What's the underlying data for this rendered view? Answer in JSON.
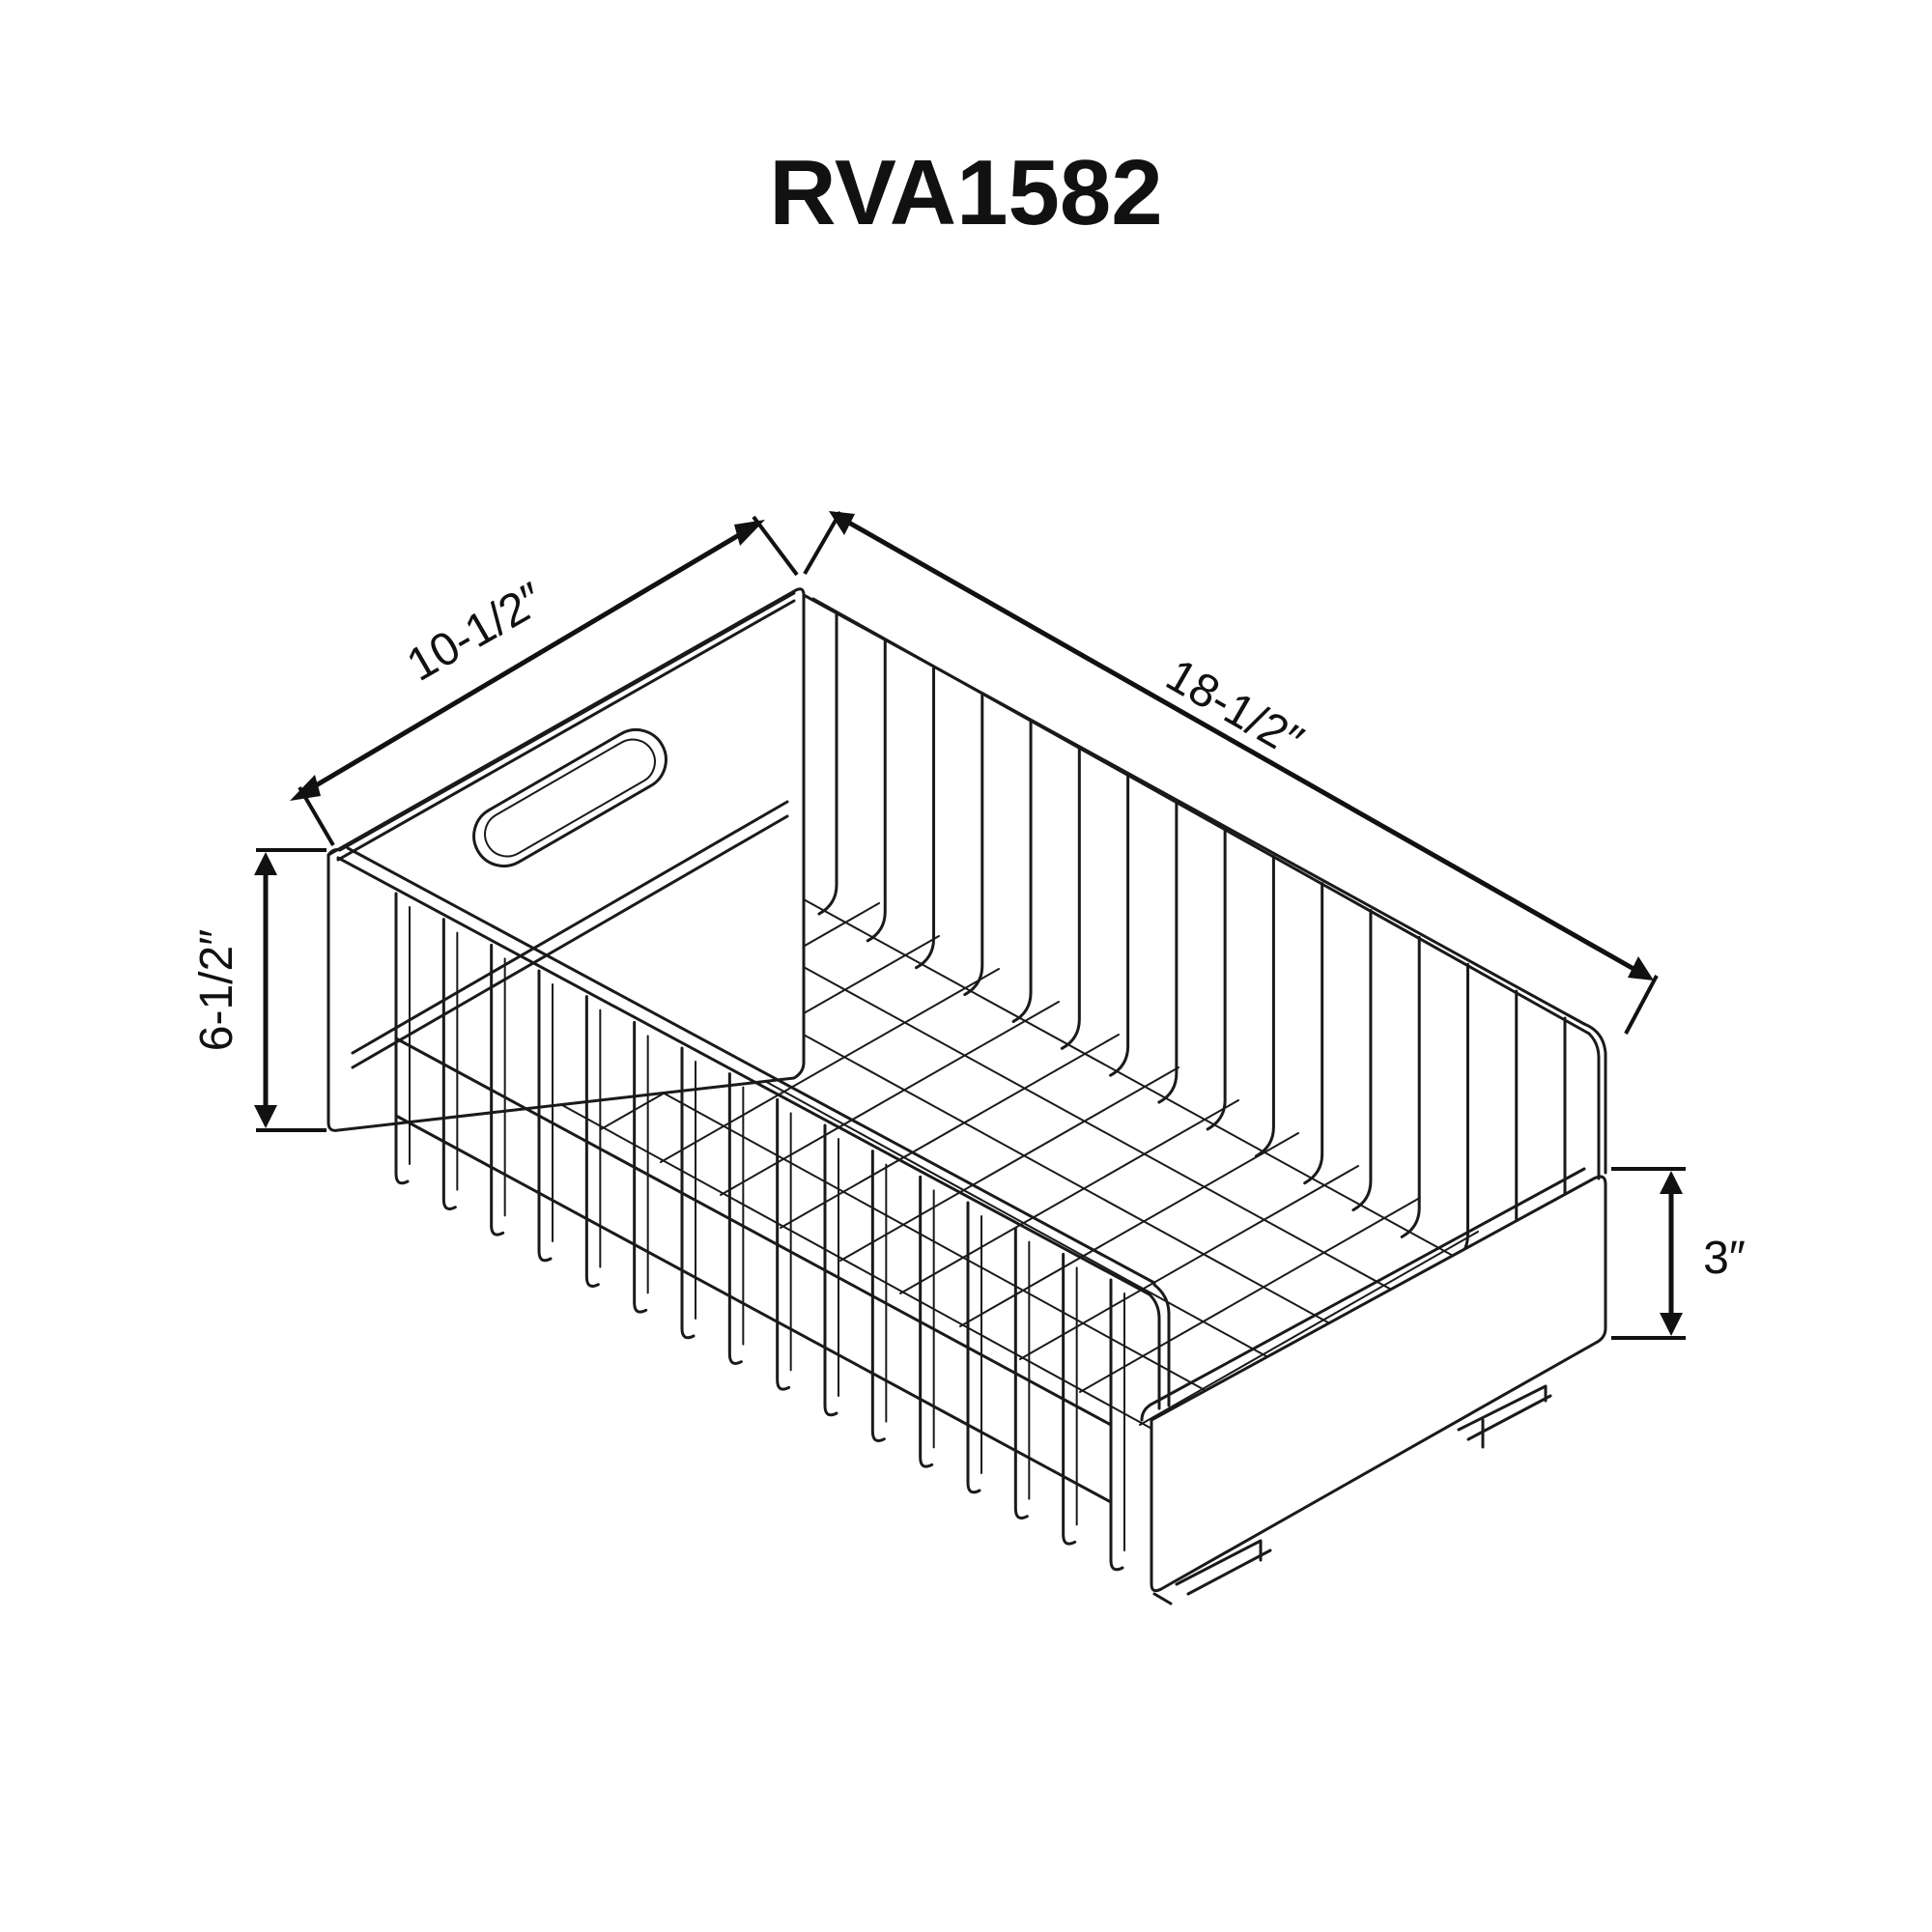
{
  "title": "RVA1582",
  "dimensions": {
    "depth": "10-1/2″",
    "width": "18-1/2″",
    "height": "6-1/2″",
    "front_height": "3″"
  },
  "colors": {
    "line": "#1a1a1a",
    "background": "#ffffff"
  }
}
